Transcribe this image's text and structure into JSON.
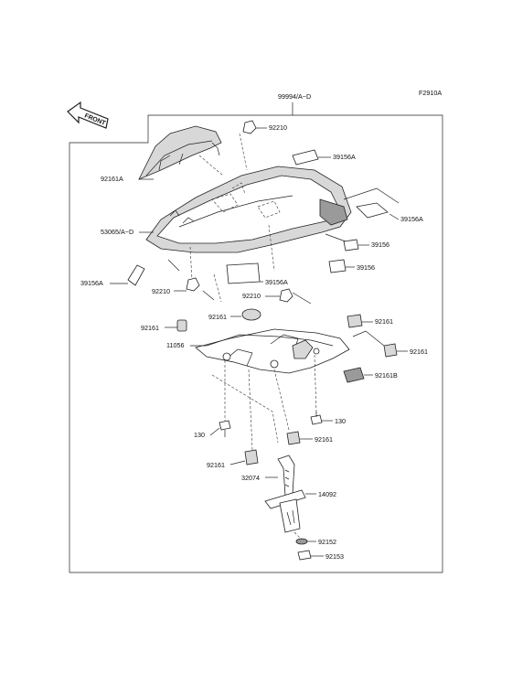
{
  "diagram_code": "F2910A",
  "assembly_label": "99994/A~D",
  "front_label": "FRONT",
  "callouts": {
    "p92210_top": "92210",
    "p39156A_top": "39156A",
    "p92161A": "92161A",
    "p39156A_right": "39156A",
    "p53065": "53065/A~D",
    "p39156_a": "39156",
    "p39156_b": "39156",
    "p39156A_left": "39156A",
    "p39156A_mid": "39156A",
    "p92210_left": "92210",
    "p92210_mid": "92210",
    "p92161_a": "92161",
    "p92161_b": "92161",
    "p92161_c": "92161",
    "p11056": "11056",
    "p92161_d": "92161",
    "p92161B": "92161B",
    "p130_left": "130",
    "p130_right": "130",
    "p92161_e": "92161",
    "p92161_f": "92161",
    "p32074": "32074",
    "p14092": "14092",
    "p92152": "92152",
    "p92153": "92153"
  }
}
